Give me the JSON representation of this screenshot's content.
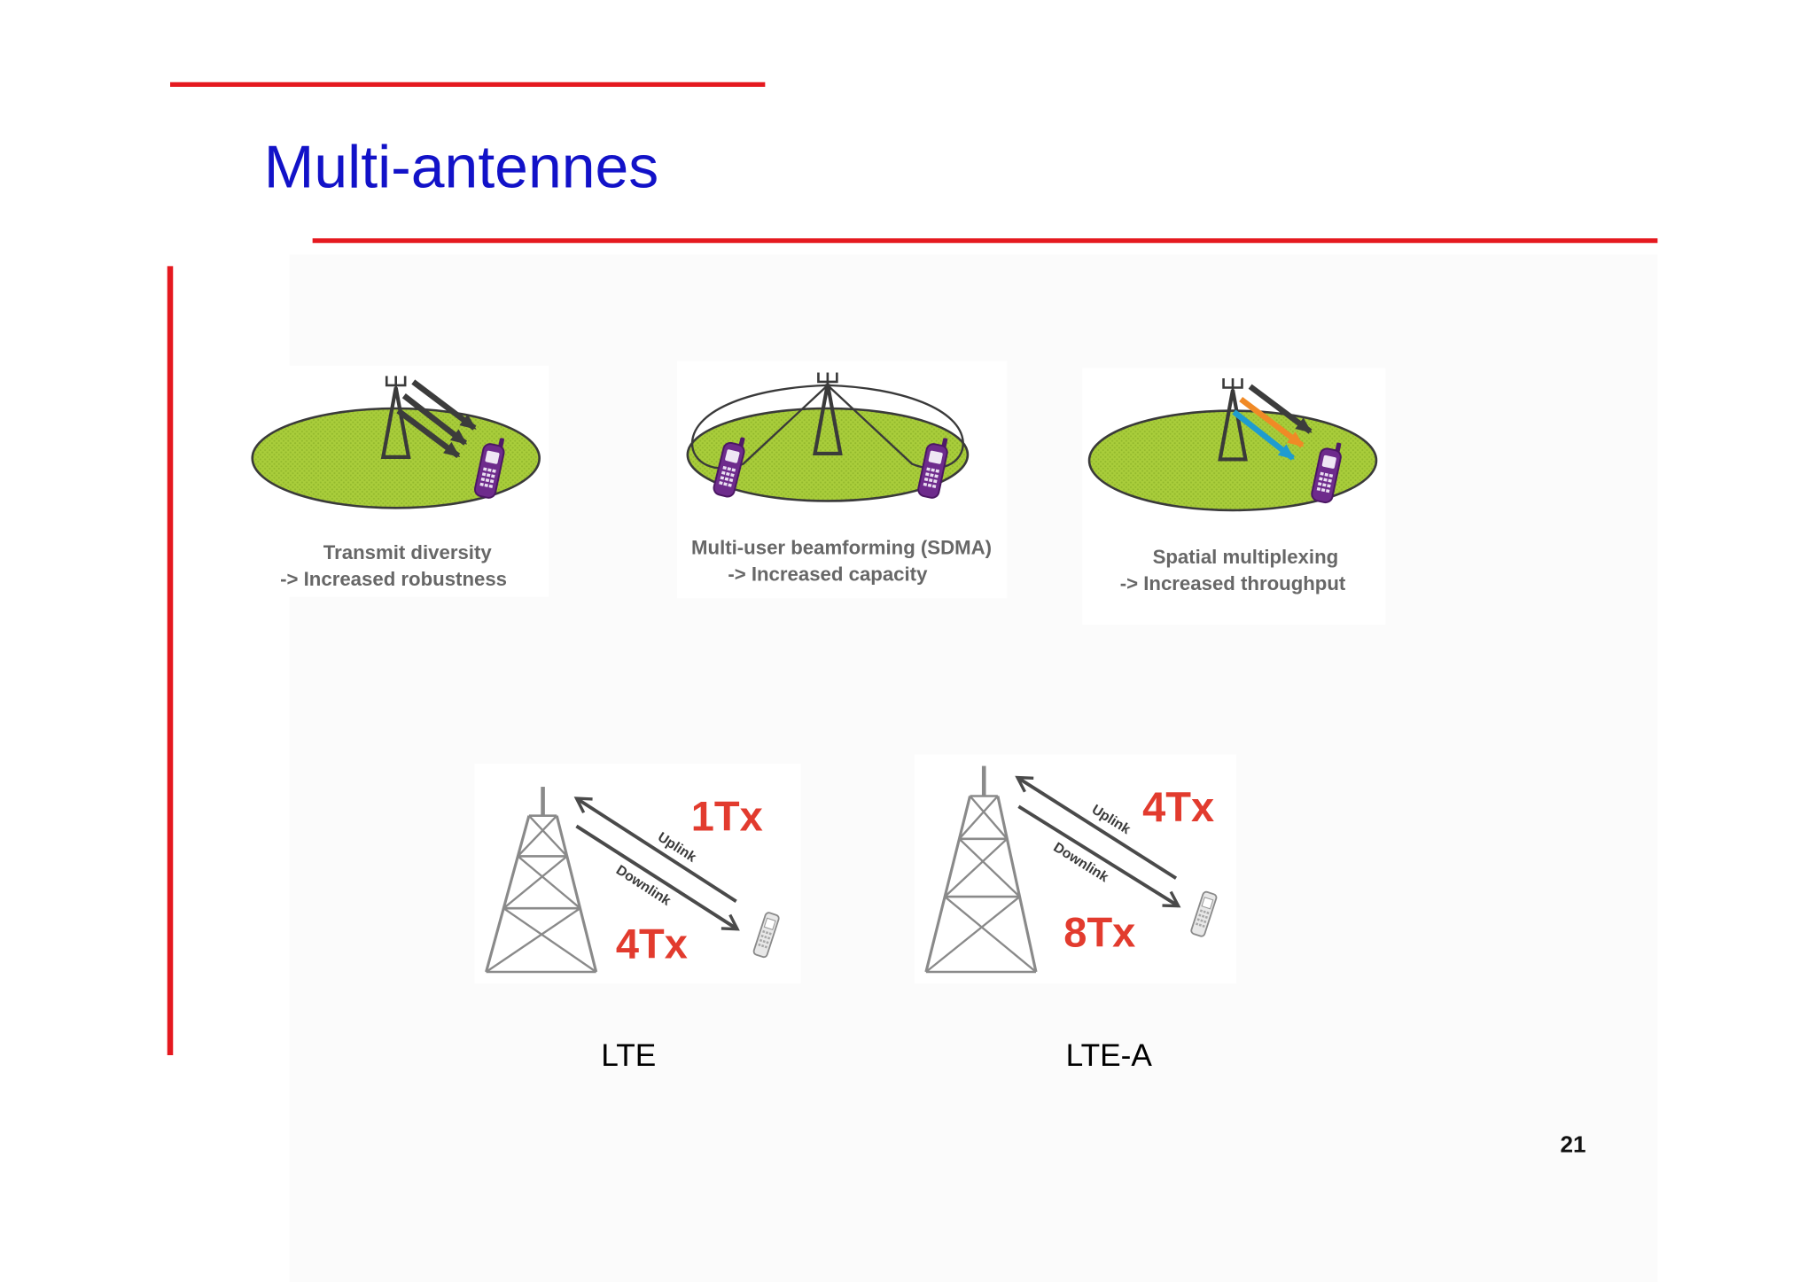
{
  "slide": {
    "title": "Multi-antennes",
    "page_number": "21",
    "title_color": "#1212c8",
    "accent_color": "#e5191f"
  },
  "colors": {
    "coverage_area": "#a9cd3b",
    "handset": "#6e2b8c",
    "stream_1": "#3c3c3c",
    "stream_2": "#f08a26",
    "stream_3": "#1f9ccf",
    "tx_label": "#e23b2e"
  },
  "icons": {
    "base_station": "antenna-mast-icon",
    "handset": "mobile-phone-icon",
    "lattice_tower": "lattice-tower-icon"
  },
  "schemes": [
    {
      "caption": "Transmit diversity",
      "benefit": "-> Increased robustness"
    },
    {
      "caption": "Multi-user beamforming (SDMA)",
      "benefit": "-> Increased capacity"
    },
    {
      "caption": "Spatial multiplexing",
      "benefit": "-> Increased throughput"
    }
  ],
  "comparison": [
    {
      "label": "LTE",
      "uplink_label": "Uplink",
      "downlink_label": "Downlink",
      "uplink_tx": "1Tx",
      "downlink_tx": "4Tx"
    },
    {
      "label": "LTE-A",
      "uplink_label": "Uplink",
      "downlink_label": "Downlink",
      "uplink_tx": "4Tx",
      "downlink_tx": "8Tx"
    }
  ]
}
